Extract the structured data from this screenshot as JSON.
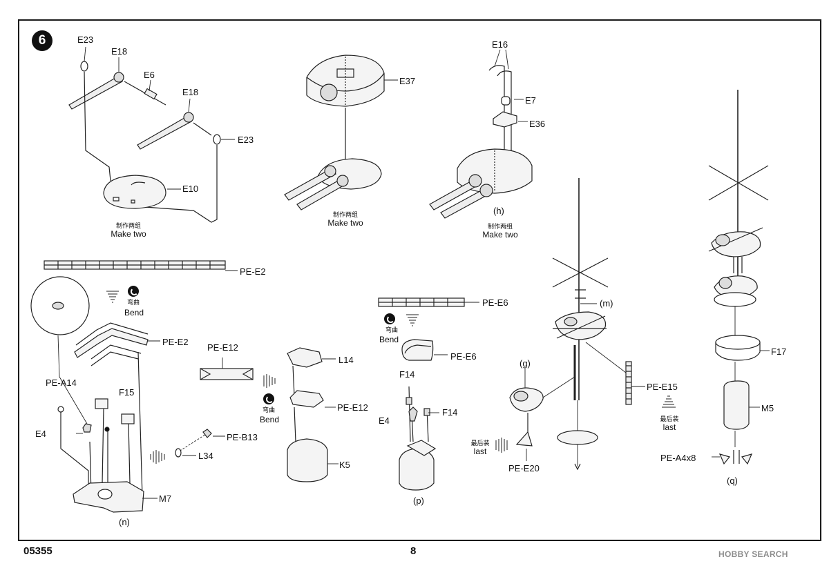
{
  "step_number": "6",
  "footer": {
    "code": "05355",
    "page": "8",
    "watermark": "HOBBY SEARCH"
  },
  "make_two": {
    "cn": "制作两组",
    "en": "Make two"
  },
  "bend": {
    "cn": "弯曲",
    "en": "Bend"
  },
  "last": {
    "cn": "最后装",
    "en": "last"
  },
  "parts": {
    "e23": "E23",
    "e18": "E18",
    "e6": "E6",
    "e10": "E10",
    "e37": "E37",
    "e16": "E16",
    "e7": "E7",
    "e36": "E36",
    "pe_e2": "PE-E2",
    "pe_a14": "PE-A14",
    "f15": "F15",
    "e4": "E4",
    "m7": "M7",
    "pe_e12": "PE-E12",
    "pe_b13": "PE-B13",
    "l34": "L34",
    "l14": "L14",
    "k5": "K5",
    "pe_e6": "PE-E6",
    "f14": "F14",
    "pe_e15": "PE-E15",
    "pe_e20": "PE-E20",
    "f17": "F17",
    "m5": "M5",
    "pe_a4x8": "PE-A4x8"
  },
  "captions": {
    "h": "(h)",
    "m": "(m)",
    "n": "(n)",
    "p": "(p)",
    "g": "(g)",
    "q": "(q)"
  }
}
